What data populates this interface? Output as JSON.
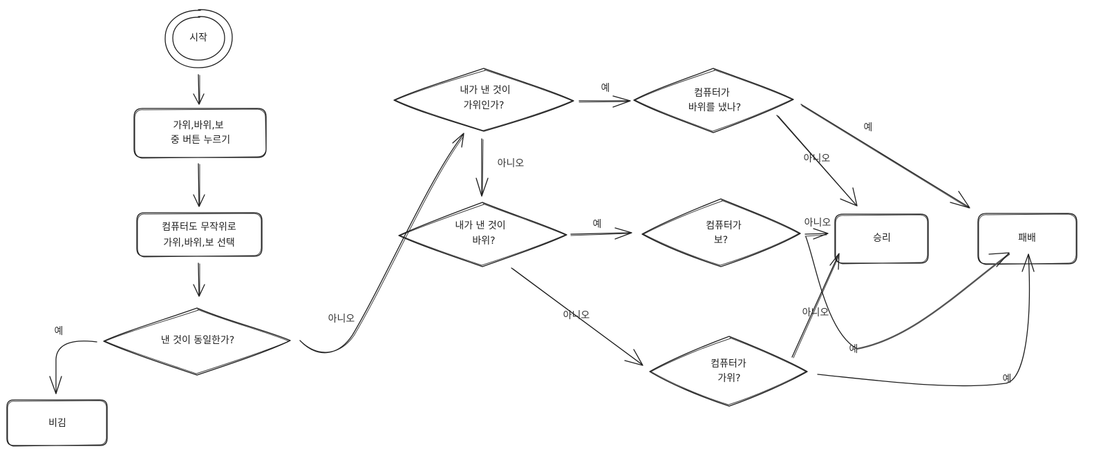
{
  "nodes": {
    "start": {
      "text": "시작"
    },
    "press": {
      "line1": "가위,바위,보",
      "line2": "중 버튼 누르기"
    },
    "computer_pick": {
      "line1": "컴퓨터도 무작위로",
      "line2": "가위,바위,보 선택"
    },
    "same_check": {
      "text": "낸 것이 동일한가?"
    },
    "draw": {
      "text": "비김"
    },
    "scissors_check": {
      "line1": "내가 낸 것이",
      "line2": "가위인가?"
    },
    "rock_check": {
      "line1": "내가 낸 것이",
      "line2": "바위?"
    },
    "comp_rock": {
      "line1": "컴퓨터가",
      "line2": "바위를 냈나?"
    },
    "comp_paper": {
      "line1": "컴퓨터가",
      "line2": "보?"
    },
    "comp_scissors": {
      "line1": "컴퓨터가",
      "line2": "가위?"
    },
    "win": {
      "text": "승리"
    },
    "lose": {
      "text": "패배"
    }
  },
  "edge_labels": {
    "same_yes": "예",
    "same_no": "아니오",
    "scissors_yes": "예",
    "scissors_no": "아니오",
    "rock_yes": "예",
    "rock_no": "아니오",
    "comp_rock_yes": "예",
    "comp_rock_no": "아니오",
    "comp_paper_no": "아니오",
    "comp_paper_yes": "예",
    "comp_scissors_no": "아니오",
    "comp_scissors_yes": "예"
  }
}
